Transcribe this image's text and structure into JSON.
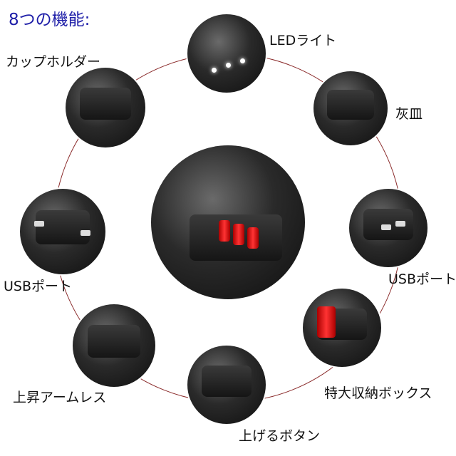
{
  "title": "8つの機能:",
  "title_color": "#1e1ea8",
  "ring_color": "#8a2a2a",
  "features": {
    "led": "LEDライト",
    "cup_holder": "カップホルダー",
    "ashtray": "灰皿",
    "usb_left": "USBポート",
    "usb_right": "USBポート",
    "armrest": "上昇アームレス",
    "storage": "特大収納ボックス",
    "button": "上げるボタン"
  }
}
